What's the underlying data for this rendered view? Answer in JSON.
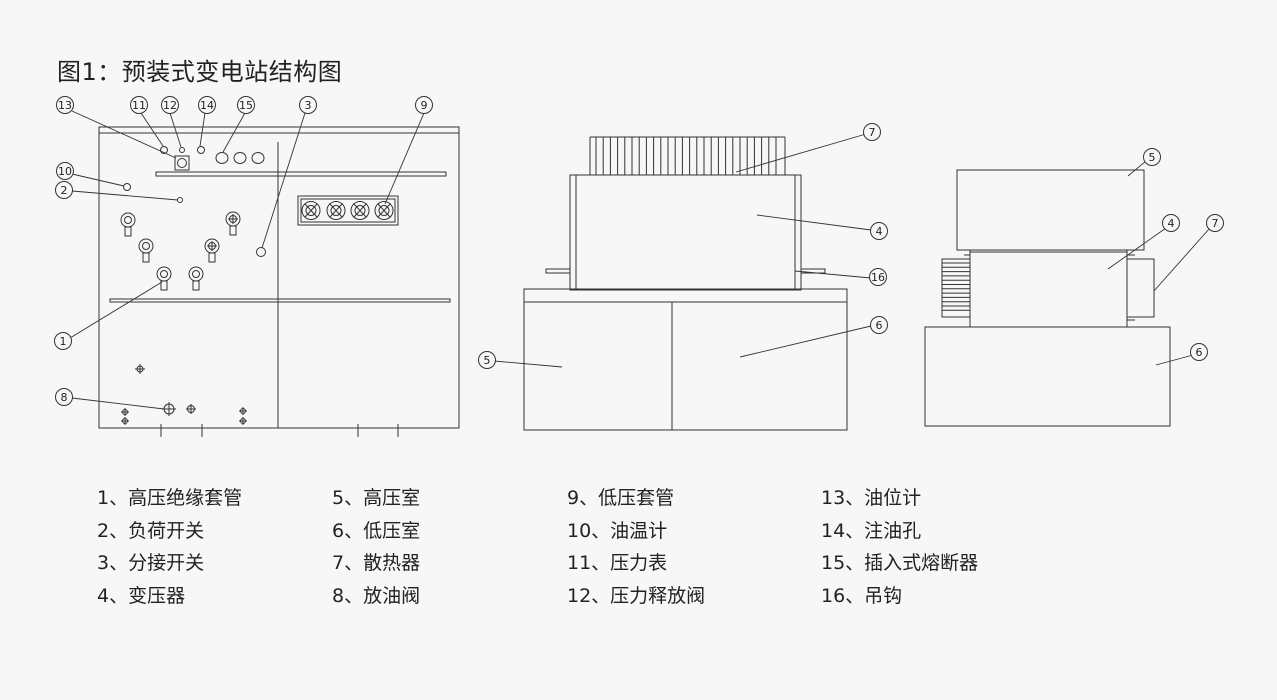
{
  "title": "图1：预装式变电站结构图",
  "callout_numbers": [
    "1",
    "2",
    "3",
    "4",
    "5",
    "6",
    "7",
    "8",
    "9",
    "10",
    "11",
    "12",
    "13",
    "14",
    "15",
    "16"
  ],
  "legend": {
    "columns": [
      [
        "1、高压绝缘套管",
        "2、负荷开关",
        "3、分接开关",
        "4、变压器"
      ],
      [
        "5、高压室",
        "6、低压室",
        "7、散热器",
        "8、放油阀"
      ],
      [
        "9、低压套管",
        "10、油温计",
        "11、压力表",
        "12、压力释放阀"
      ],
      [
        "13、油位计",
        "14、注油孔",
        "15、插入式熔断器",
        "16、吊钩"
      ]
    ]
  },
  "colors": {
    "background": "#f7f7f7",
    "line": "#333333",
    "text": "#222222"
  }
}
